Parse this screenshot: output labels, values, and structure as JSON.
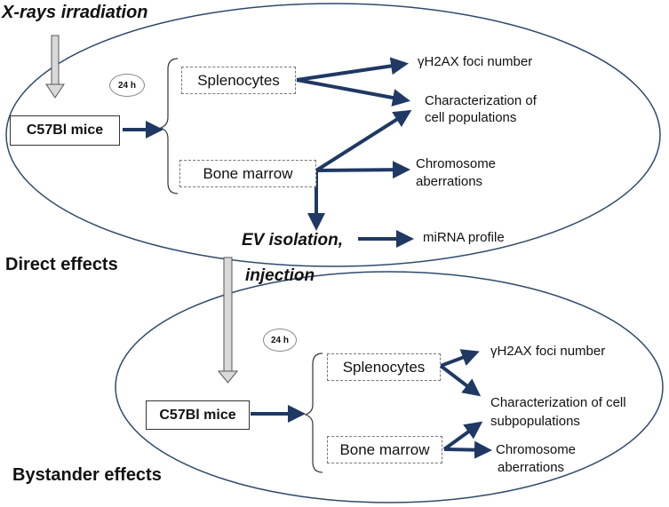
{
  "colors": {
    "arrow": "#1f3864",
    "ellipse_stroke": "#2e4a6b",
    "down_arrow_fill": "#d9d9d9",
    "down_arrow_stroke": "#555555"
  },
  "top": {
    "irradiation_label": "X-rays irradiation",
    "time_badge": "24 h",
    "mouse_label": "C57Bl mice",
    "splenocytes_label": "Splenocytes",
    "bone_marrow_label": "Bone marrow",
    "outcome_foci": "γH2AX foci number",
    "outcome_characterization_line1": "Characterization of",
    "outcome_characterization_line2": "cell populations",
    "outcome_chromosome_line1": "Chromosome",
    "outcome_chromosome_line2": "aberrations",
    "ev_label_line1": "EV isolation,",
    "ev_label_line2": "injection",
    "outcome_mirna": "miRNA profile",
    "section_title": "Direct effects"
  },
  "bottom": {
    "time_badge": "24 h",
    "mouse_label": "C57Bl mice",
    "splenocytes_label": "Splenocytes",
    "bone_marrow_label": "Bone marrow",
    "outcome_foci": "γH2AX foci number",
    "outcome_characterization_line1": "Characterization of cell",
    "outcome_characterization_line2": "subpopulations",
    "outcome_chromosome_line1": "Chromosome",
    "outcome_chromosome_line2": "aberrations",
    "section_title": "Bystander effects"
  }
}
